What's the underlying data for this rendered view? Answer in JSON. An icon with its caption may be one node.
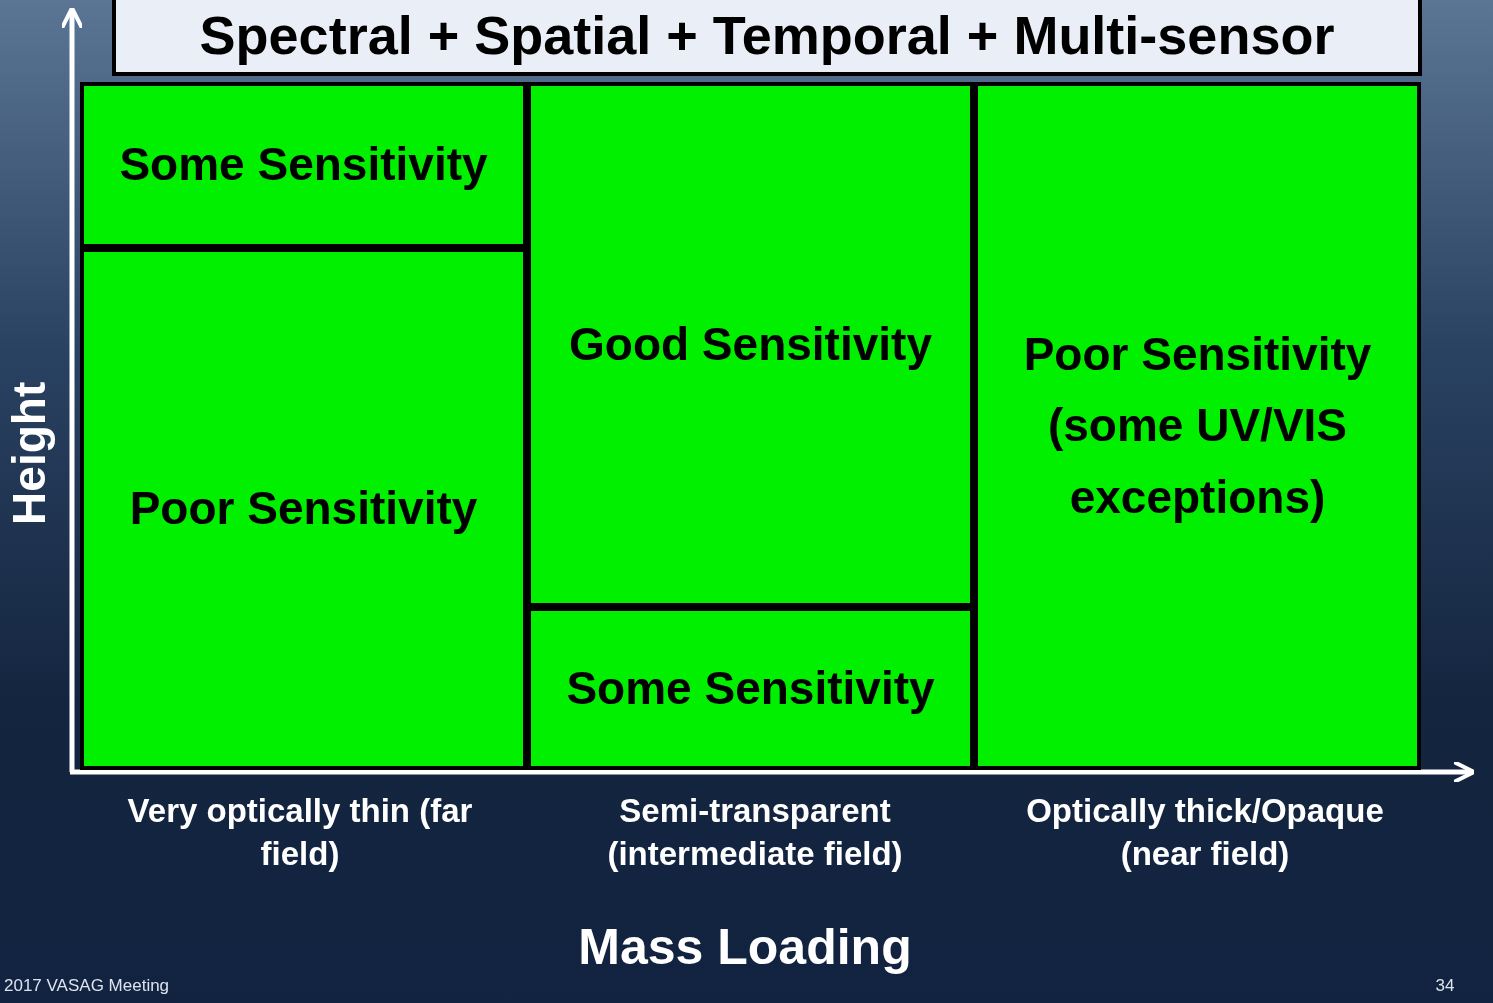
{
  "diagram": {
    "nodes": [
      {
        "text": [
          "Spectral + Spatial + Temporal + Multi-sensor"
        ]
      },
      {
        "text": [
          "Some Sensitivity"
        ]
      },
      {
        "text": [
          "Poor Sensitivity"
        ]
      },
      {
        "text": [
          "Good Sensitivity"
        ]
      },
      {
        "text": [
          "Some Sensitivity"
        ]
      },
      {
        "text": [
          "Poor Sensitivity (some UV/VIS exceptions)"
        ]
      }
    ],
    "edges": [],
    "labels": [
      "Height",
      "Very optically thin (far field)",
      "Semi-transparent (intermediate field)",
      "Optically thick/Opaque (near field)",
      "Mass Loading",
      "2017 VASAG Meeting",
      "34"
    ]
  }
}
